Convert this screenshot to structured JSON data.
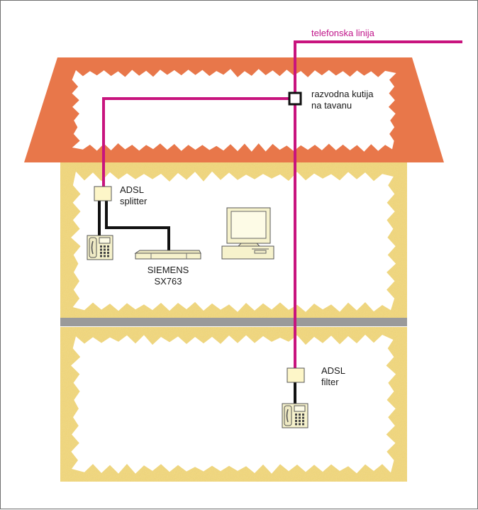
{
  "labels": {
    "phone_line": "telefonska linija",
    "junction_box": [
      "razvodna kutija",
      "na tavanu"
    ],
    "splitter": [
      "ADSL",
      "splitter"
    ],
    "modem": [
      "SIEMENS",
      "SX763"
    ],
    "filter": [
      "ADSL",
      "filter"
    ]
  },
  "icons": {
    "phone": "phone-icon",
    "computer": "computer-icon",
    "modem": "modem-icon",
    "splitter": "splitter-box-icon",
    "filter": "filter-box-icon",
    "junction": "junction-box-icon"
  },
  "colors": {
    "roof": "#e8774a",
    "wall": "#f3d878",
    "floor_divider": "#9a9a9a",
    "phone_wire": "#c8147e",
    "data_wire": "#111111",
    "device_box": "#fdf6c8",
    "device_body": "#f6f2cc"
  }
}
